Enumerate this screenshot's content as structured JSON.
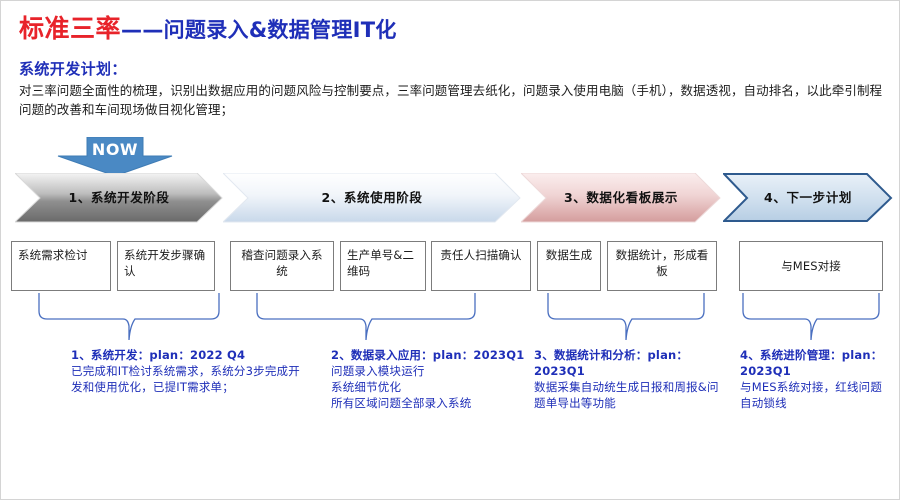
{
  "slide": {
    "title_red": "标准三率",
    "title_blue": "——问题录入&数据管理IT化",
    "section_heading": "系统开发计划：",
    "section_paragraph": "对三率问题全面性的梳理，识别出数据应用的问题风险与控制要点，三率问题管理去纸化，问题录入使用电脑（手机），数据透视，自动排名，以此牵引制程问题的改善和车间现场做目视化管理；",
    "now_label": "NOW"
  },
  "colors": {
    "title_red": "#e8232a",
    "title_blue": "#1f2fb8",
    "now_fill": "#4a89c4",
    "brace_stroke": "#4a6fc0",
    "box_border": "#7c7c7c",
    "stage1_light": "#f2f2f2",
    "stage1_dark": "#6e6e6e",
    "stage2_light": "#fdfdfe",
    "stage2_dark": "#c9d6e8",
    "stage3_light": "#f6e2e2",
    "stage3_dark": "#d9a0a0",
    "stage4_fill": "#cbdcee",
    "stage4_border": "#2e5a8e"
  },
  "stages": [
    {
      "id": "stage-1",
      "label": "1、系统开发阶段",
      "style": "gray"
    },
    {
      "id": "stage-2",
      "label": "2、系统使用阶段",
      "style": "pale-blue"
    },
    {
      "id": "stage-3",
      "label": "3、数据化看板展示",
      "style": "pink"
    },
    {
      "id": "stage-4",
      "label": "4、下一步计划",
      "style": "blue-outline"
    }
  ],
  "boxes": [
    {
      "id": "box-1",
      "label": "系统需求检讨"
    },
    {
      "id": "box-2",
      "label": "系统开发步骤确认"
    },
    {
      "id": "box-3",
      "label": "稽查问题录入系统"
    },
    {
      "id": "box-4",
      "label": "生产单号&二维码"
    },
    {
      "id": "box-5",
      "label": "责任人扫描确认"
    },
    {
      "id": "box-6",
      "label": "数据生成"
    },
    {
      "id": "box-7",
      "label": "数据统计，形成看板"
    },
    {
      "id": "box-8",
      "label": "与MES对接"
    }
  ],
  "notes": [
    {
      "id": "note-1",
      "title": "1、系统开发：plan：2022 Q4",
      "body": "已完成和IT检讨系统需求，系统分3步完成开发和使用优化，已提IT需求单；"
    },
    {
      "id": "note-2",
      "title": "2、数据录入应用：plan：2023Q1",
      "body": "问题录入模块运行\n系统细节优化\n所有区域问题全部录入系统"
    },
    {
      "id": "note-3",
      "title": "3、数据统计和分析：plan：2023Q1",
      "body": "数据采集自动统生成日报和周报&问题单导出等功能"
    },
    {
      "id": "note-4",
      "title": "4、系统进阶管理：plan：2023Q1",
      "body": "与MES系统对接，红线问题自动锁线"
    }
  ]
}
